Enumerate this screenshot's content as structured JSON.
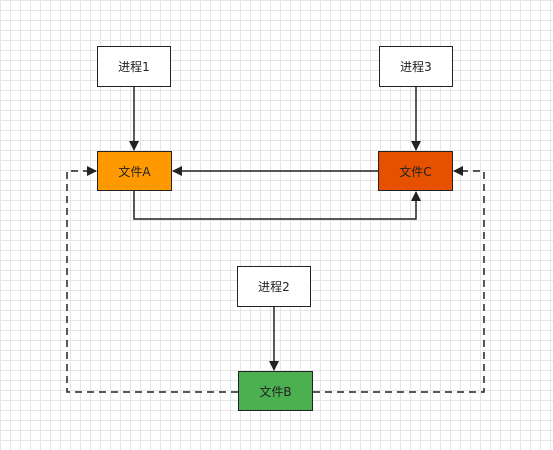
{
  "nodes": {
    "process1": "进程1",
    "process2": "进程2",
    "process3": "进程3",
    "fileA": "文件A",
    "fileB": "文件B",
    "fileC": "文件C"
  },
  "colors": {
    "fileA": "#ff9900",
    "fileB": "#4caf50",
    "fileC": "#e65100",
    "process": "#ffffff",
    "stroke": "#222222"
  }
}
